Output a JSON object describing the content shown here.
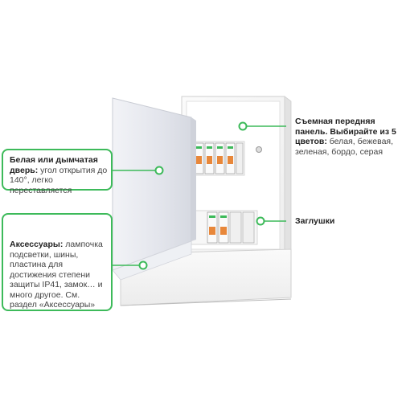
{
  "callouts": {
    "door": {
      "title": "Белая или дымчатая дверь:",
      "text": " угол открытия до 140°, легко переставляется"
    },
    "accessories": {
      "title": "Аксессуары:",
      "text": " лампочка подсветки, шины, пластина для достижения степени защиты IP41, замок… и много другое. См. раздел «Аксессуары»"
    },
    "panel": {
      "title": "Съемная передняя панель. Выбирайте из 5 цветов:",
      "text": " белая, бежевая, зеленая, бордо, серая"
    },
    "plugs": {
      "title": "Заглушки"
    }
  },
  "colors": {
    "accent": "#3dba5a",
    "breaker_orange": "#e8873a",
    "door": "#e6e8ef",
    "frame": "#f4f4f4"
  },
  "icons": [
    "circuit-breaker-icon",
    "callout-dot-icon"
  ]
}
